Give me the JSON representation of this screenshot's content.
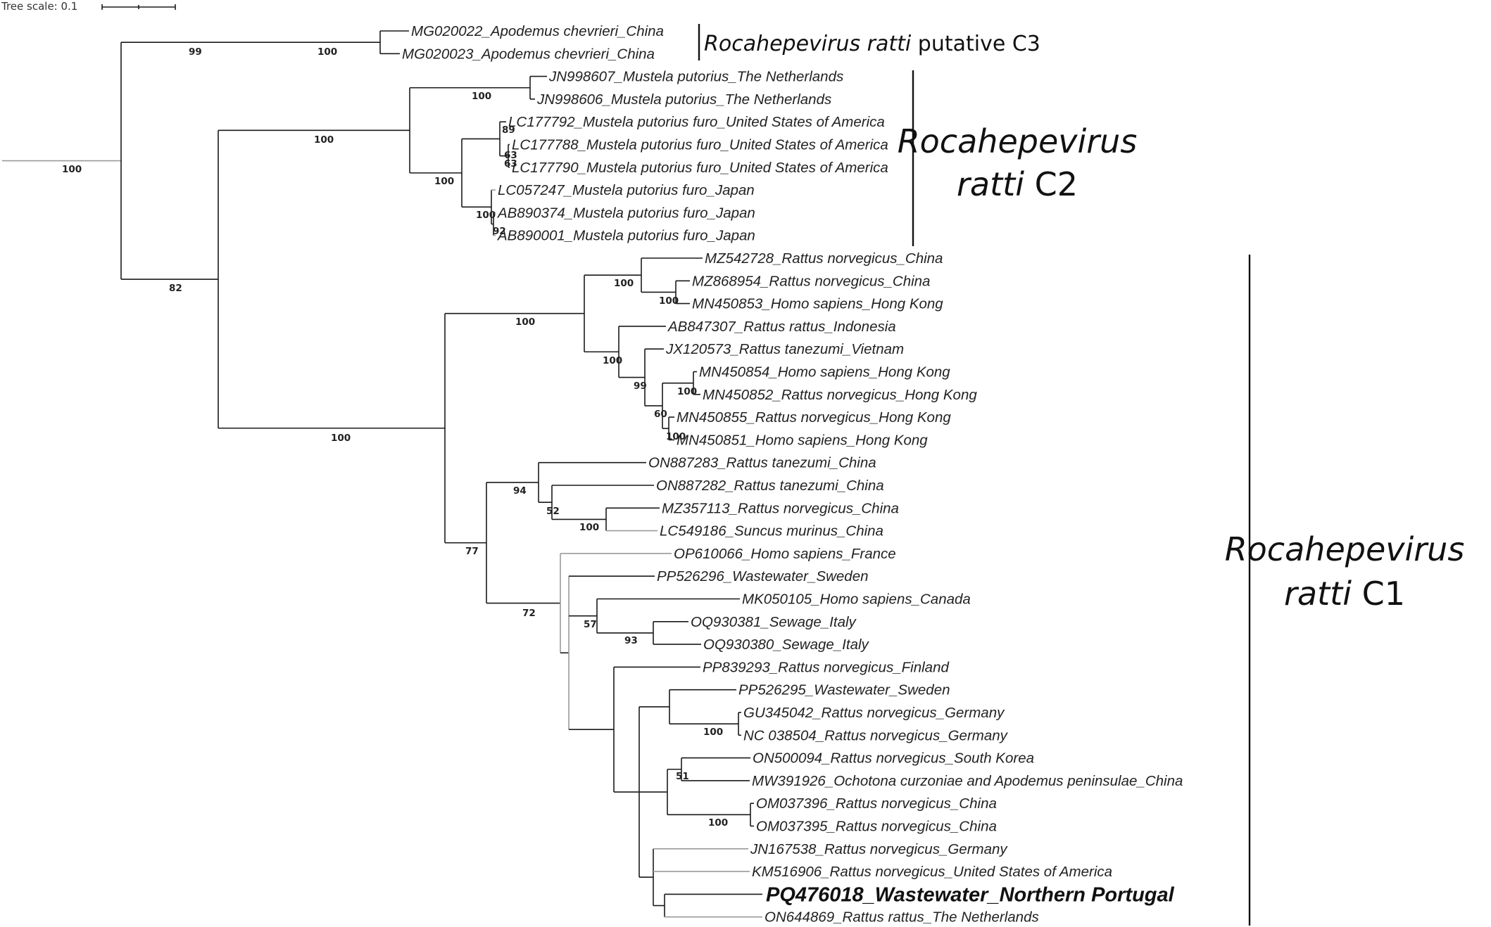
{
  "scale": {
    "label": "Tree scale: 0.1"
  },
  "leaves": [
    {
      "id": "L1",
      "label": "MG020022_Apodemus chevrieri_China"
    },
    {
      "id": "L2",
      "label": "MG020023_Apodemus chevrieri_China"
    },
    {
      "id": "L3",
      "label": "JN998607_Mustela putorius_The Netherlands"
    },
    {
      "id": "L4",
      "label": "JN998606_Mustela putorius_The Netherlands"
    },
    {
      "id": "L5",
      "label": "LC177792_Mustela putorius furo_United States of America"
    },
    {
      "id": "L6",
      "label": "LC177788_Mustela putorius furo_United States of America"
    },
    {
      "id": "L7",
      "label": "LC177790_Mustela putorius furo_United States of America"
    },
    {
      "id": "L8",
      "label": "LC057247_Mustela putorius furo_Japan"
    },
    {
      "id": "L9",
      "label": "AB890374_Mustela putorius furo_Japan"
    },
    {
      "id": "L10",
      "label": "AB890001_Mustela putorius furo_Japan"
    },
    {
      "id": "L11",
      "label": "MZ542728_Rattus norvegicus_China"
    },
    {
      "id": "L12",
      "label": "MZ868954_Rattus norvegicus_China"
    },
    {
      "id": "L13",
      "label": "MN450853_Homo sapiens_Hong Kong"
    },
    {
      "id": "L14",
      "label": "AB847307_Rattus rattus_Indonesia"
    },
    {
      "id": "L15",
      "label": "JX120573_Rattus tanezumi_Vietnam"
    },
    {
      "id": "L16",
      "label": "MN450854_Homo sapiens_Hong Kong"
    },
    {
      "id": "L17",
      "label": "MN450852_Rattus norvegicus_Hong Kong"
    },
    {
      "id": "L18",
      "label": "MN450855_Rattus norvegicus_Hong Kong"
    },
    {
      "id": "L19",
      "label": "MN450851_Homo sapiens_Hong Kong"
    },
    {
      "id": "L20",
      "label": "ON887283_Rattus tanezumi_China"
    },
    {
      "id": "L21",
      "label": "ON887282_Rattus tanezumi_China"
    },
    {
      "id": "L22",
      "label": "MZ357113_Rattus norvegicus_China"
    },
    {
      "id": "L23",
      "label": "LC549186_Suncus murinus_China"
    },
    {
      "id": "L24",
      "label": "OP610066_Homo sapiens_France"
    },
    {
      "id": "L25",
      "label": "PP526296_Wastewater_Sweden"
    },
    {
      "id": "L26",
      "label": "MK050105_Homo sapiens_Canada"
    },
    {
      "id": "L27",
      "label": "OQ930381_Sewage_Italy"
    },
    {
      "id": "L28",
      "label": "OQ930380_Sewage_Italy"
    },
    {
      "id": "L29",
      "label": "PP839293_Rattus norvegicus_Finland"
    },
    {
      "id": "L30",
      "label": "PP526295_Wastewater_Sweden"
    },
    {
      "id": "L31",
      "label": "GU345042_Rattus norvegicus_Germany"
    },
    {
      "id": "L32",
      "label": "NC 038504_Rattus norvegicus_Germany"
    },
    {
      "id": "L33",
      "label": "ON500094_Rattus norvegicus_South Korea"
    },
    {
      "id": "L34",
      "label": "MW391926_Ochotona curzoniae and Apodemus peninsulae_China"
    },
    {
      "id": "L35",
      "label": "OM037396_Rattus norvegicus_China"
    },
    {
      "id": "L36",
      "label": "OM037395_Rattus norvegicus_China"
    },
    {
      "id": "L37",
      "label": "JN167538_Rattus norvegicus_Germany"
    },
    {
      "id": "L38",
      "label": "KM516906_Rattus norvegicus_United States of America"
    },
    {
      "id": "L39",
      "label": "PQ476018_Wastewater_Northern Portugal",
      "highlight": true
    },
    {
      "id": "L40",
      "label": "ON644869_Rattus rattus_The Netherlands"
    }
  ],
  "bootstrap": [
    {
      "id": "root",
      "value": "100"
    },
    {
      "id": "top",
      "value": "82"
    },
    {
      "id": "c3",
      "value": "99"
    },
    {
      "id": "c3inner",
      "value": "100"
    },
    {
      "id": "c2c1",
      "value": "100"
    },
    {
      "id": "c2",
      "value": "100"
    },
    {
      "id": "c2a",
      "value": "100"
    },
    {
      "id": "c2b",
      "value": "100"
    },
    {
      "id": "c2us",
      "value": "100"
    },
    {
      "id": "us1",
      "value": "89"
    },
    {
      "id": "us2",
      "value": "63"
    },
    {
      "id": "us3",
      "value": "63"
    },
    {
      "id": "jp",
      "value": "100"
    },
    {
      "id": "jp2",
      "value": "92"
    },
    {
      "id": "c1",
      "value": "100"
    },
    {
      "id": "hk",
      "value": "100"
    },
    {
      "id": "hk1",
      "value": "100"
    },
    {
      "id": "hk2",
      "value": "100"
    },
    {
      "id": "hk3",
      "value": "99"
    },
    {
      "id": "hk4",
      "value": "100"
    },
    {
      "id": "hk5",
      "value": "60"
    },
    {
      "id": "hk6",
      "value": "100"
    },
    {
      "id": "b77",
      "value": "77"
    },
    {
      "id": "b94",
      "value": "94"
    },
    {
      "id": "b52",
      "value": "52"
    },
    {
      "id": "b100c",
      "value": "100"
    },
    {
      "id": "b72",
      "value": "72"
    },
    {
      "id": "b57",
      "value": "57"
    },
    {
      "id": "b93",
      "value": "93"
    },
    {
      "id": "b100g",
      "value": "100"
    },
    {
      "id": "b51",
      "value": "51"
    },
    {
      "id": "b100om",
      "value": "100"
    }
  ],
  "clades": [
    {
      "id": "C3",
      "italic": "Rocahepevirus ratti",
      "rest": " putative C3"
    },
    {
      "id": "C2",
      "line1": "Rocahepevirus",
      "line2_italic": "ratti",
      "line2_rest": " C2"
    },
    {
      "id": "C1",
      "line1": "Rocahepevirus",
      "line2_italic": "ratti",
      "line2_rest": " C1"
    }
  ],
  "colors": {
    "branch": "#1a1a1a",
    "branch_grey": "#9a9a9a",
    "text": "#222222"
  }
}
